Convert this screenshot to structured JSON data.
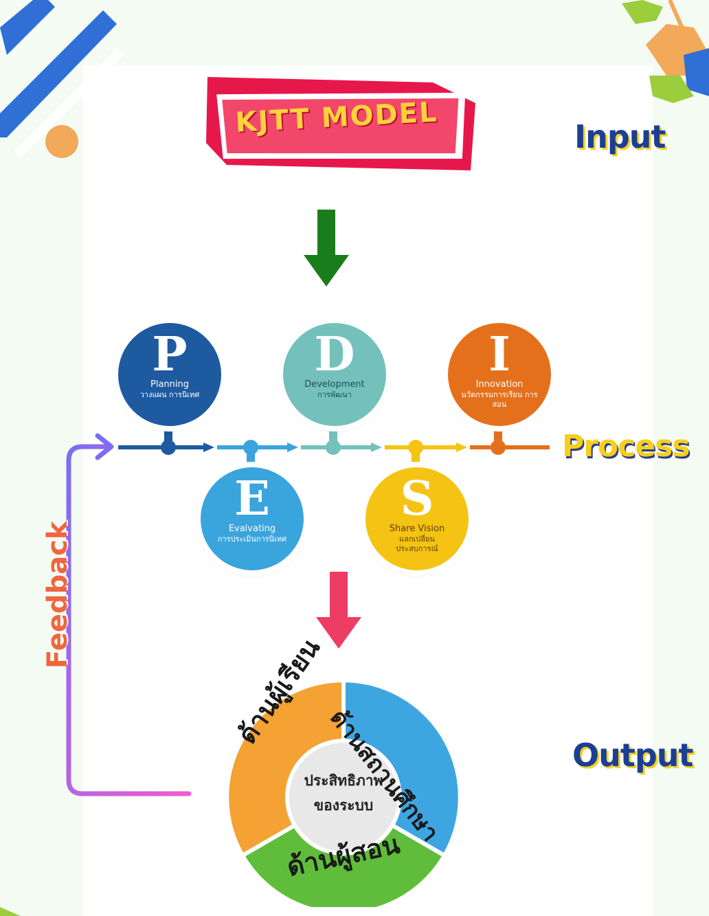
{
  "title": "KJTT MODEL",
  "labels": {
    "input": "Input",
    "process": "Process",
    "output": "Output",
    "feedback": "Feedback"
  },
  "stages": [
    {
      "letter": "P",
      "name": "Planning",
      "thai": "วางแผน การนิเทศ",
      "color": "#1e5aa0"
    },
    {
      "letter": "D",
      "name": "Development",
      "thai": "การพัฒนา",
      "color": "#74c1bb"
    },
    {
      "letter": "I",
      "name": "Innovation",
      "thai": "นวัตกรรมการเรียน การสอน",
      "color": "#e5701c"
    },
    {
      "letter": "E",
      "name": "Evalvating",
      "thai": "การประเมินการนิเทศ",
      "color": "#3aa4dd"
    },
    {
      "letter": "S",
      "name": "Share Vision",
      "thai": "แลกเปลี่ยน ประสบการณ์",
      "color": "#f5c313"
    }
  ],
  "output": {
    "center": [
      "ประสิทธิภาพ",
      "ของระบบ"
    ],
    "segments": [
      {
        "label": "ด้านผู้เรียน",
        "color": "#f3a233"
      },
      {
        "label": "ด้านสถานศึกษา",
        "color": "#3da6e0"
      },
      {
        "label": "ด้านผู้สอน",
        "color": "#5fbd3b"
      }
    ]
  },
  "colors": {
    "arrow_input": "#1a7d1c",
    "arrow_output": "#ee3d63",
    "feedback_start": "#7d6df2",
    "feedback_end": "#f05bd0",
    "title_bg": "#f2476a"
  }
}
